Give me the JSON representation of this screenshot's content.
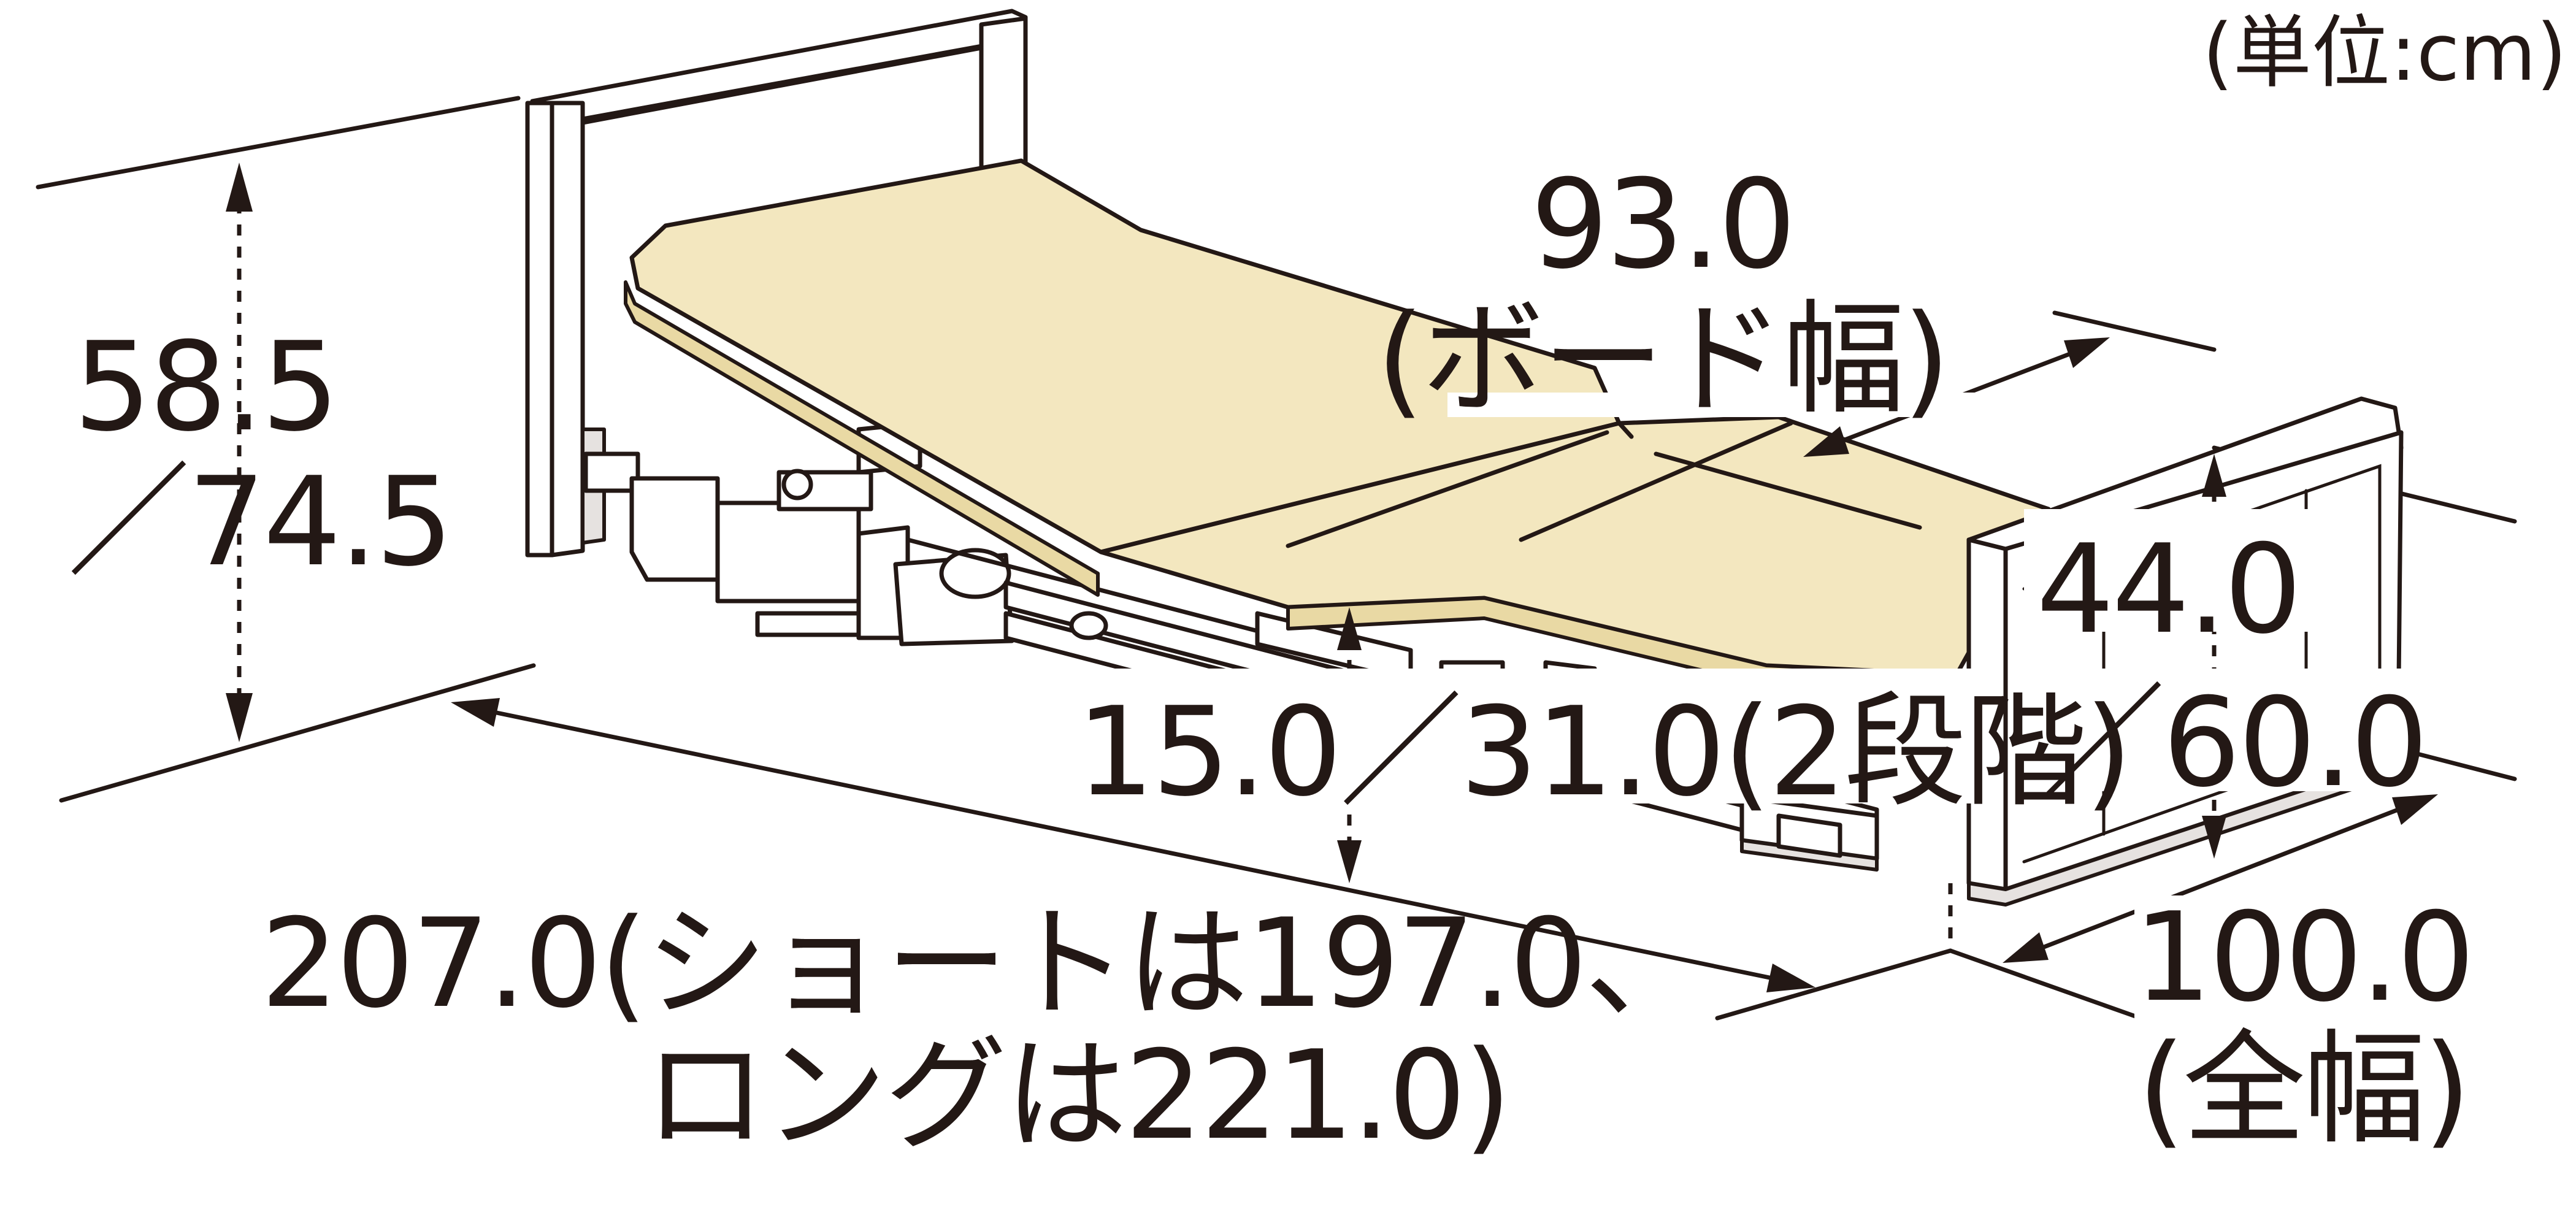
{
  "colors": {
    "ink": "#231815",
    "mattress": "#f3e7bf",
    "mattress_side": "#e9d9a4",
    "frame": "#ffffff",
    "board_edge": "#e6e2e0"
  },
  "labels": {
    "unit": "(単位:cm)",
    "board_width_value": "93.0",
    "board_width_caption": "(ボード幅)",
    "head_height_line1": "58.5",
    "head_height_line2": "／74.5",
    "foot_height_line1": "44.0",
    "foot_height_line2": "／60.0",
    "floor_height": "15.0／31.0(2段階)",
    "length_line1": "207.0(ショートは197.0、",
    "length_line2": "ロングは221.0)",
    "total_width_value": "100.0",
    "total_width_caption": "(全幅)"
  }
}
